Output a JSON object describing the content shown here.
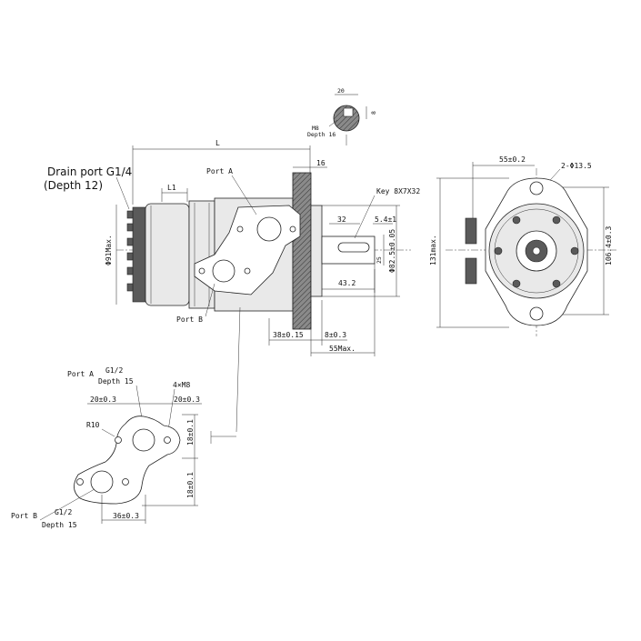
{
  "top_section": {
    "dim_width": "20",
    "dim_depth": "8",
    "thread": "M8",
    "thread_depth": "Depth 16"
  },
  "side_view": {
    "dim_L": "L",
    "dim_L1": "L1",
    "dim_16": "16",
    "drain_port": "Drain port G1/4",
    "drain_depth": "(Depth 12)",
    "port_a": "Port A",
    "port_b": "Port B",
    "key": "Key 8X7X32",
    "dim_32": "32",
    "dim_5_4": "5.4±1",
    "dim_25": "25",
    "dim_82_5": "Φ82.5±0.05",
    "dim_43_2": "43.2",
    "dim_91": "Φ91Max.",
    "dim_38": "38±0.15",
    "dim_8": "8±0.3",
    "dim_55max": "55Max."
  },
  "front_view": {
    "dim_55": "55±0.2",
    "dim_holes": "2-Φ13.5",
    "dim_131": "131max.",
    "dim_106_4": "106.4±0.3"
  },
  "flange_detail": {
    "port_a": "Port A",
    "port_a_thread": "G1/2",
    "port_a_depth": "Depth 15",
    "bolts": "4×M8",
    "dim_20_left": "20±0.3",
    "dim_20_right": "20±0.3",
    "radius": "R10",
    "dim_18_top": "18±0.1",
    "dim_18_bottom": "18±0.1",
    "port_b": "Port B",
    "port_b_thread": "G1/2",
    "port_b_depth": "Depth 15",
    "dim_36": "36±0.3"
  }
}
